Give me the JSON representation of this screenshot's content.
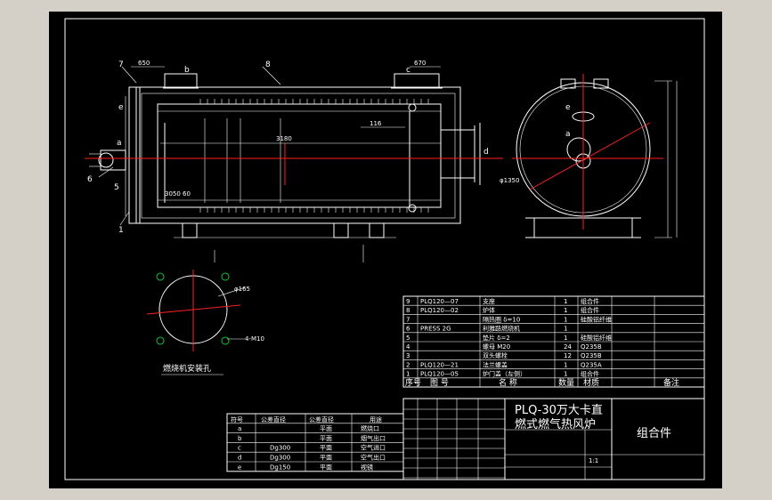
{
  "labels": {
    "n7": "7",
    "n8": "8",
    "n6": "6",
    "n5": "5",
    "n1": "1",
    "b_top": "b",
    "c_top": "c",
    "e_left": "e",
    "a_left": "a",
    "d_right": "d",
    "e_side": "e",
    "a_side": "a"
  },
  "hole_title": "燃烧机安装孔",
  "parts": {
    "headers": [
      "序号",
      "图 号",
      "名 称",
      "数量",
      "材质",
      "备注"
    ],
    "rows": [
      [
        "9",
        "PLQ120—07",
        "支座",
        "1",
        "组合件",
        ""
      ],
      [
        "8",
        "PLQ120—02",
        "炉体",
        "1",
        "组合件",
        ""
      ],
      [
        "7",
        "",
        "隔热圈 δ=10",
        "1",
        "硅酸铝纤维",
        ""
      ],
      [
        "6",
        "PRESS 2G",
        "利雅路燃烧机",
        "1",
        "",
        ""
      ],
      [
        "5",
        "",
        "垫片 δ=2",
        "1",
        "硅酸铝纤维",
        ""
      ],
      [
        "4",
        "",
        "螺母 M20",
        "24",
        "Q235B",
        ""
      ],
      [
        "3",
        "",
        "双头螺栓",
        "12",
        "Q235B",
        ""
      ],
      [
        "2",
        "PLQ120—21",
        "法兰螺盖",
        "1",
        "Q235A",
        ""
      ],
      [
        "1",
        "PLQ120—05",
        "炉门盖（左侧）",
        "1",
        "组合件",
        ""
      ]
    ]
  },
  "nozzles": {
    "headers": [
      "符号",
      "公差直径",
      "公差直径",
      "用途"
    ],
    "rows": [
      [
        "a",
        "",
        "平面",
        "燃烧口"
      ],
      [
        "b",
        "",
        "平面",
        "烟气出口"
      ],
      [
        "c",
        "Dg300",
        "平面",
        "空气进口"
      ],
      [
        "d",
        "Dg300",
        "平面",
        "空气出口"
      ],
      [
        "e",
        "Dg150",
        "平面",
        "视镜"
      ]
    ]
  },
  "title_block": {
    "name_line1": "PLQ-30万大卡直",
    "name_line2": "燃式燃气热风炉",
    "type": "组合件",
    "scale": "1:1"
  },
  "colors": {
    "background": "#000000",
    "frame": "#d4d0c8",
    "line": "#ffffff",
    "center_line": "#ff2020",
    "bolt_marker": "#00cc33"
  }
}
